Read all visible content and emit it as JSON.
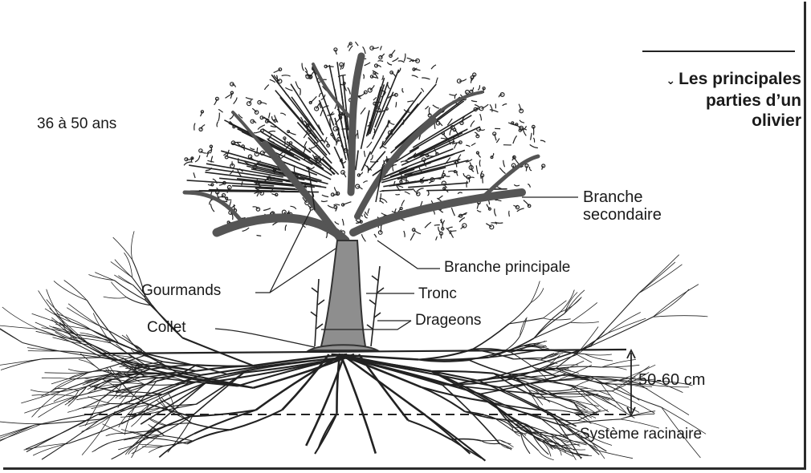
{
  "title": {
    "bullet": "⌄",
    "text": "Les principales\nparties d’un\nolivier"
  },
  "age_label": "36 à 50 ans",
  "labels": {
    "branche_secondaire": "Branche\nsecondaire",
    "branche_principale": "Branche principale",
    "gourmands": "Gourmands",
    "tronc": "Tronc",
    "collet": "Collet",
    "drageons": "Drageons",
    "depth": "50-60 cm",
    "systeme_racinaire": "Système racinaire"
  }
}
